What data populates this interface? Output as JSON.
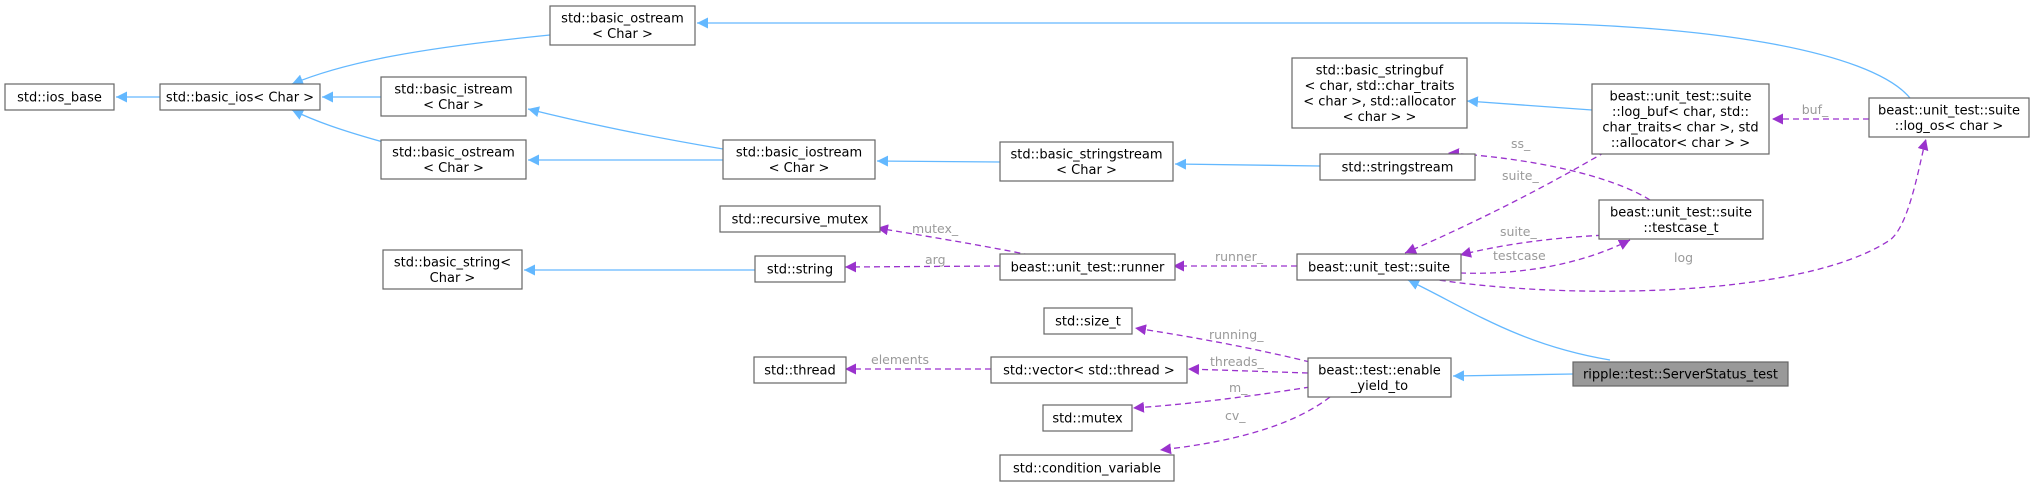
{
  "nodes": {
    "ios_base": [
      "std::ios_base"
    ],
    "basic_ios": [
      "std::basic_ios< Char >"
    ],
    "basic_ostream_top": [
      "std::basic_ostream",
      "< Char >"
    ],
    "basic_istream": [
      "std::basic_istream",
      "< Char >"
    ],
    "basic_ostream_mid": [
      "std::basic_ostream",
      "< Char >"
    ],
    "basic_iostream": [
      "std::basic_iostream",
      "< Char >"
    ],
    "basic_stringstream": [
      "std::basic_stringstream",
      "< Char >"
    ],
    "stringstream": [
      "std::stringstream"
    ],
    "basic_stringbuf": [
      "std::basic_stringbuf",
      "< char, std::char_traits",
      "< char >, std::allocator",
      "< char > >"
    ],
    "log_buf": [
      "beast::unit_test::suite",
      "::log_buf< char, std::",
      "char_traits< char >, std",
      "::allocator< char > >"
    ],
    "log_os": [
      "beast::unit_test::suite",
      "::log_os< char >"
    ],
    "recursive_mutex": [
      "std::recursive_mutex"
    ],
    "basic_string": [
      "std::basic_string<",
      "Char >"
    ],
    "string": [
      "std::string"
    ],
    "runner": [
      "beast::unit_test::runner"
    ],
    "suite": [
      "beast::unit_test::suite"
    ],
    "testcase_t": [
      "beast::unit_test::suite",
      "::testcase_t"
    ],
    "size_t": [
      "std::size_t"
    ],
    "thread": [
      "std::thread"
    ],
    "vector_thread": [
      "std::vector< std::thread >"
    ],
    "enable_yield_to": [
      "beast::test::enable",
      "_yield_to"
    ],
    "mutex": [
      "std::mutex"
    ],
    "condition_variable": [
      "std::condition_variable"
    ],
    "server_status_test": [
      "ripple::test::ServerStatus_test"
    ]
  },
  "edge_labels": {
    "buf": "buf_",
    "ss": "ss_",
    "suite_logbuf": "suite_",
    "suite_testcase": "suite_",
    "testcase": "testcase",
    "log": "log",
    "mutex": "mutex_",
    "arg": "arg",
    "runner": "runner_",
    "running": "running_",
    "threads": "threads_",
    "elements": "elements",
    "m": "m_",
    "cv": "cv_"
  },
  "colors": {
    "inheritance_edge": "#63b8ff",
    "usage_edge": "#9a32cd",
    "highlight_fill": "#999999",
    "node_border": "#666666"
  }
}
